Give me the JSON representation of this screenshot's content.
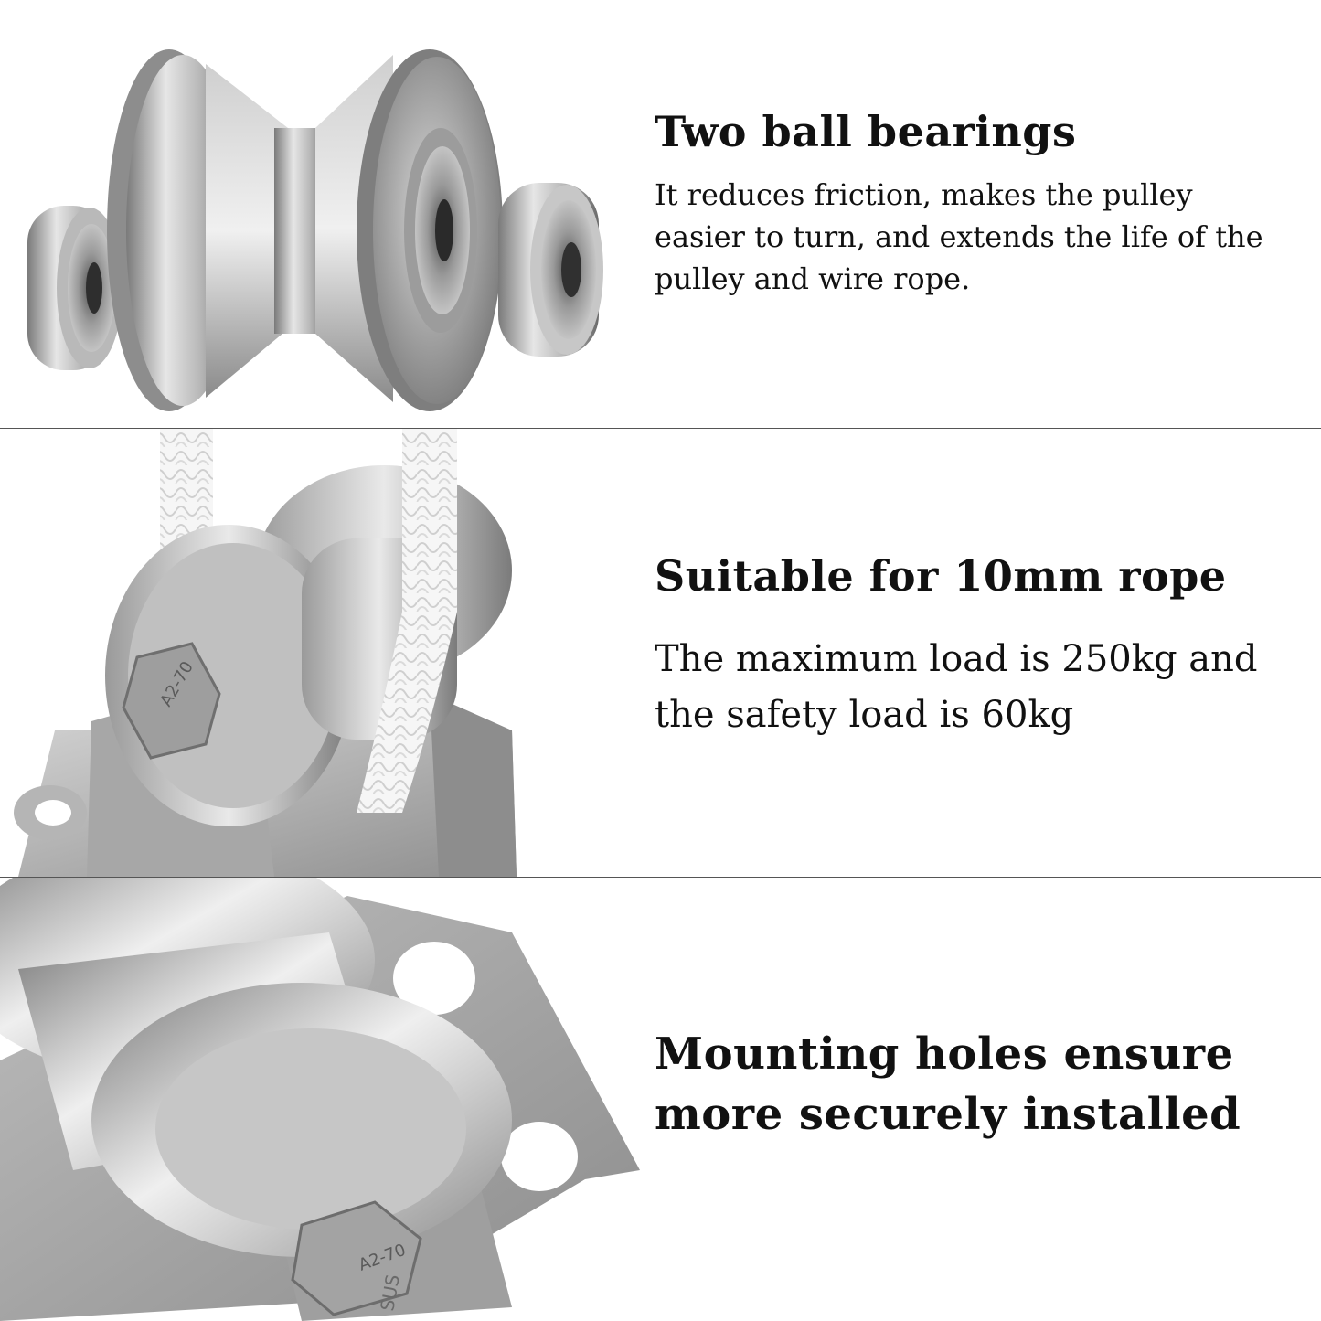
{
  "panels": [
    {
      "heading": "Two ball bearings",
      "body": "It reduces friction, makes the pulley easier to turn, and extends the life of the pulley and wire rope."
    },
    {
      "heading": "Suitable for 10mm rope",
      "body": "The maximum load is 250kg and the safety load is 60kg",
      "bolt_marking": "A2-70"
    },
    {
      "heading": "Mounting holes ensure more securely installed",
      "bolt_marking": "A2-70",
      "bracket_marking": "SUS"
    }
  ],
  "colors": {
    "background": "#ffffff",
    "text": "#111111",
    "divider": "#555555",
    "steel_light": "#e2e2e2",
    "steel_mid": "#a9a9a9",
    "steel_dark": "#6e6e6e",
    "rope": "#f4f4f4"
  }
}
